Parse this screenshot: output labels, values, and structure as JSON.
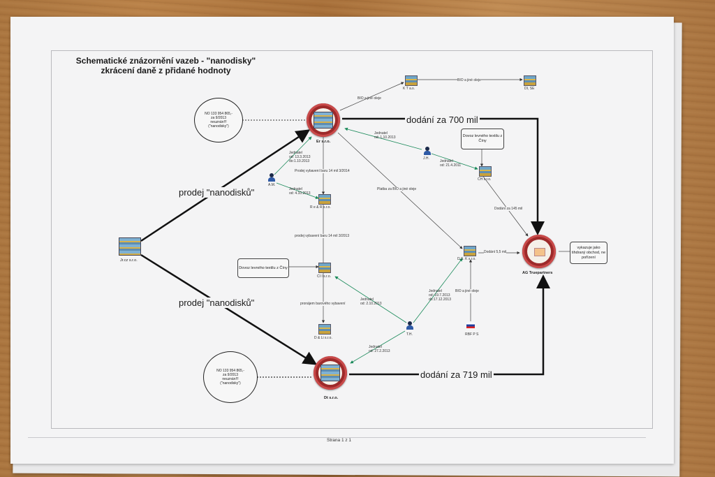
{
  "document": {
    "title_line1": "Schematické znázornění vazeb - \"nanodisky\"",
    "title_line2": "zkrácení daně z přidané hodnoty",
    "footer": "Strana 1 z 1"
  },
  "nodes": {
    "jr": "Jr.cz s.r.o.",
    "er": "Er s.r.o.",
    "dt": "Dt s.r.o.",
    "kt": "K T a.s.",
    "di": "DI, SE",
    "re": "R e & R s.r.o.",
    "ci": "CI I s.r.o.",
    "dl": "D & Li s.r.o.",
    "ch": "CH s.r.o.",
    "ds": "D.S. K s.r.o.",
    "ag": "AG Truepartners",
    "rbf": "RBF P S"
  },
  "people": {
    "am": "A.M.",
    "jh": "J.H.",
    "th": "T.H."
  },
  "ellipses": {
    "top": [
      "NO 133 954 865,-",
      "za 9/2013",
      "neuznán!!!",
      "(\"nanodisky\")"
    ],
    "bottom": [
      "NO 133 954 865,-",
      "za 9/2013",
      "neuznán!!!",
      "(\"nanodisky\")"
    ]
  },
  "boxes": {
    "dovoz_right": "Dovoz levného textilu z Číny",
    "dovoz_left": "Dovoz levného textilu z Číny",
    "ag_note": "vykazuje jako tihdraný obchod, ne pořízení"
  },
  "edge_labels": {
    "bio_top": "BIO a jiné oleje",
    "bio_kt": "BIO a jiné oleje",
    "dodani_700": "dodání  za 700 mil",
    "dodani_719": "dodání za 719 mil",
    "prodej_top": "prodej \"nanodisků\"",
    "prodej_bottom": "prodej \"nanodisků\"",
    "jednatel_am_er": [
      "Jednatel",
      "od: 13.3.2013",
      "do:1.10.2013"
    ],
    "jednatel_am_re": [
      "Jednatel",
      "od: 4.10.2013"
    ],
    "jednatel_jh_er": [
      "Jednatel",
      "od: 1.10.2013"
    ],
    "jednatel_jh_ch": [
      "Jednatel",
      "od: 21.4.2011"
    ],
    "prodej_vyb_1": "Prodej vybavení baru 14 mil 3/2014",
    "prodej_vyb_2": "prodej vybavení baru 14 mil 3/2013",
    "platba": "Platba za BIO a jiné oleje",
    "dodani_145": "Dodání za 145 mil",
    "dodani_55": "Dodání 5,5 mil",
    "bio_ds": "BIO a jiné oleje",
    "pronajem": "pronájem barového vybavení",
    "jednatel_th_ci": [
      "Jednatel",
      "od: 2.10.2013"
    ],
    "jednatel_th_ds": [
      "Jednatel",
      "od: 19.7.2013",
      "do:17.12.2013"
    ],
    "jednatel_th_dt": [
      "Jednatel",
      "od: 27.2.2013"
    ]
  }
}
